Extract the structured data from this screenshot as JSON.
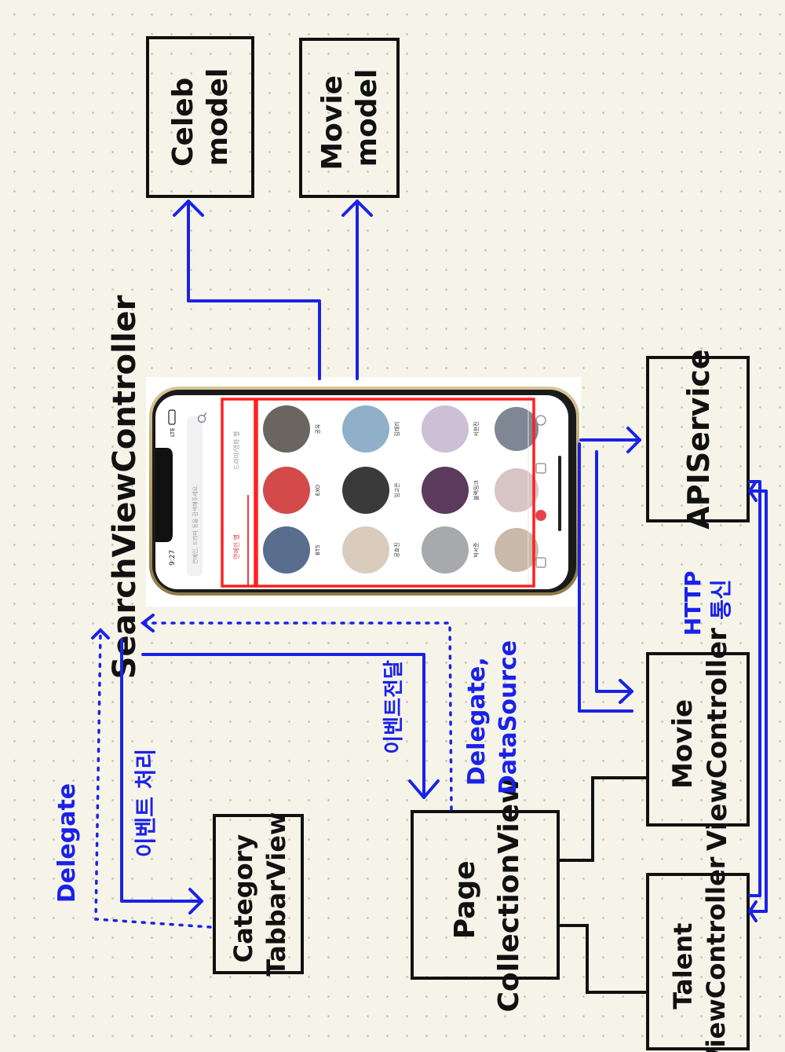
{
  "title": "SearchViewController",
  "boxes": {
    "celeb_model": [
      "Celeb",
      "model"
    ],
    "movie_model": [
      "Movie",
      "model"
    ],
    "api_service": "APIService",
    "movie_vc": [
      "Movie",
      "ViewController"
    ],
    "talent_vc": [
      "Talent",
      "ViewController"
    ],
    "page_cv": [
      "Page",
      "CollectionView"
    ],
    "category_tabbar": [
      "Category",
      "TabbarView"
    ]
  },
  "edge_labels": {
    "delegate_left": "Delegate",
    "event_handle": "이벤트 처리",
    "event_pass": "이벤트전달",
    "delegate_datasource": [
      "Delegate,",
      "DataSource"
    ],
    "http": [
      "HTTP",
      "통신"
    ]
  },
  "phone": {
    "time": "9:27",
    "signal": "LTE",
    "search_placeholder": "연예인, 드라마 등을 검색해주세요.",
    "tabs": [
      "연예인 별",
      "드라마/영화 별"
    ],
    "celebs": [
      [
        "BTS",
        "EXO",
        "공유"
      ],
      [
        "공효진",
        "임고은",
        "김태리"
      ],
      [
        "박서준",
        "블랙핑크",
        "서현진"
      ],
      [
        "",
        "",
        ""
      ]
    ]
  },
  "colors": {
    "arrow_blue": "#1a22e8",
    "highlight_red": "#ff2020",
    "box_black": "#111111",
    "background": "#f6f4e8"
  }
}
